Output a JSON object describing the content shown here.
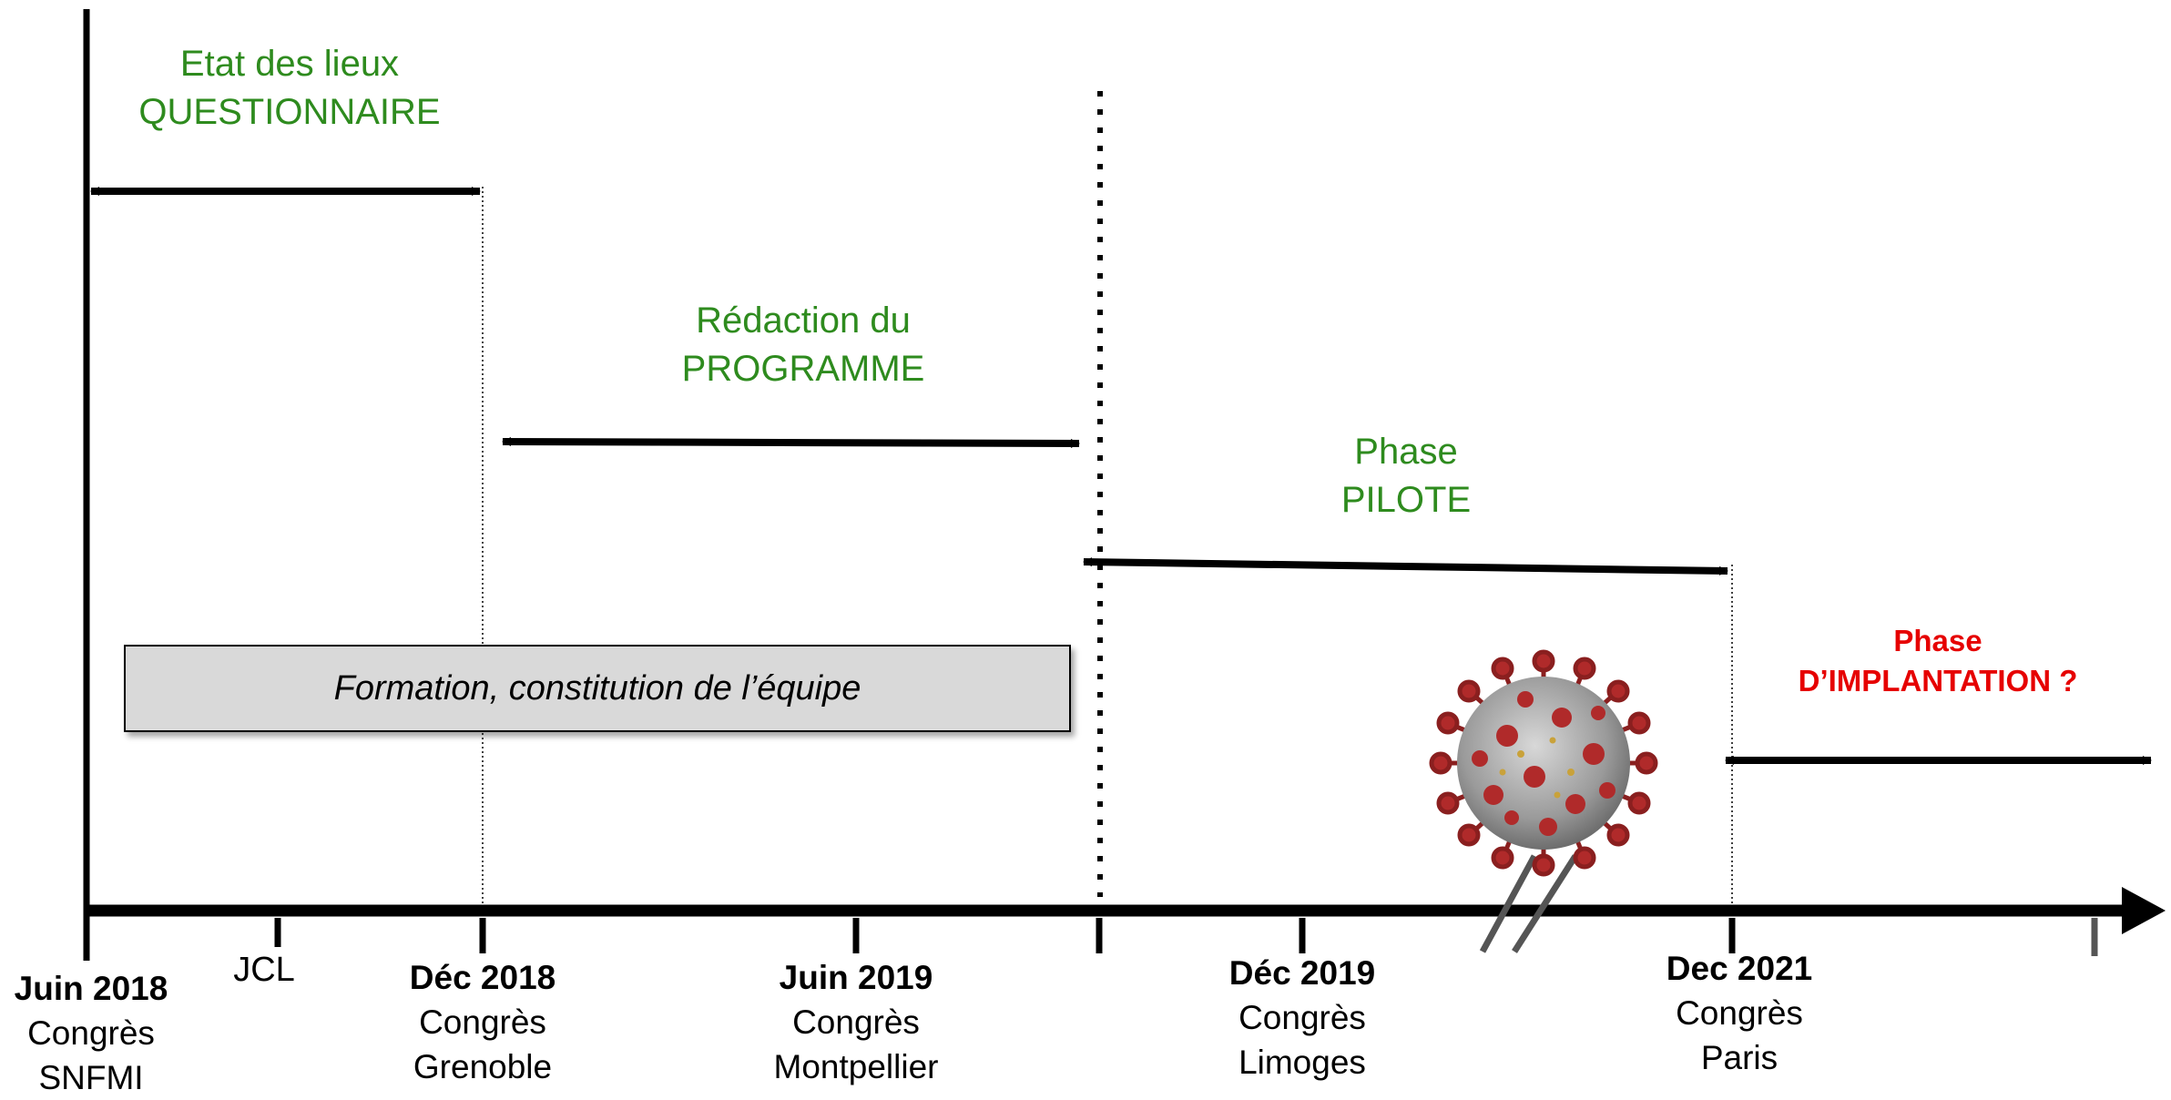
{
  "phases": {
    "etat": {
      "line1": "Etat des lieux",
      "line2": "QUESTIONNAIRE"
    },
    "redaction": {
      "line1": "Rédaction du",
      "line2": "PROGRAMME"
    },
    "pilote": {
      "line1": "Phase",
      "line2": "PILOTE"
    },
    "implantation": {
      "line1": "Phase",
      "line2": "D’IMPLANTATION ?"
    }
  },
  "formation_label": "Formation, constitution de l’équipe",
  "milestones": [
    {
      "date": "Juin 2018",
      "line1": "Congrès",
      "line2": "SNFMI"
    },
    {
      "date": "Déc 2018",
      "line1": "Congrès",
      "line2": "Grenoble"
    },
    {
      "date": "Juin 2019",
      "line1": "Congrès",
      "line2": "Montpellier"
    },
    {
      "date": "Déc 2019",
      "line1": "Congrès",
      "line2": "Limoges"
    },
    {
      "date": "Dec 2021",
      "line1": "Congrès",
      "line2": "Paris"
    }
  ],
  "minor_label": "JCL",
  "colors": {
    "phase_text": "#2e8b1e",
    "implantation_text": "#e60000",
    "axis": "#000000",
    "box_fill": "#d9d9d9",
    "virus": "#b02a2a"
  },
  "icons": [
    "virus-icon",
    "axis-break-icon"
  ]
}
